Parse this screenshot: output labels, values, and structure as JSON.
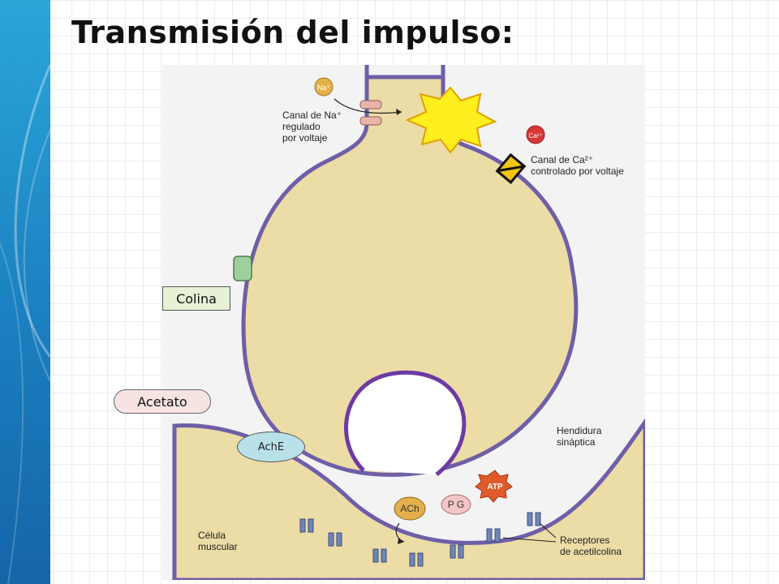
{
  "title": "Transmisión del impulso:",
  "labels": {
    "na_ion": "Na⁺",
    "na_channel_line1": "Canal de Na⁺",
    "na_channel_line2": "regulado",
    "na_channel_line3": "por voltaje",
    "ca_ion": "Ca²⁺",
    "ca_channel_line1": "Canal de Ca²⁺",
    "ca_channel_line2": "controlado por voltaje",
    "cleft_line1": "Hendidura",
    "cleft_line2": "sináptica",
    "muscle_line1": "Célula",
    "muscle_line2": "muscular",
    "receptors_line1": "Receptores",
    "receptors_line2": "de acetilcolina",
    "ach": "ACh",
    "pg": "P G",
    "atp": "ATP"
  },
  "overlays": {
    "colina": "Colina",
    "acetato": "Acetato",
    "ache": "AchE"
  },
  "colors": {
    "accent_blue": "#1b7fc0",
    "membrane": "#6f5ea8",
    "cytoplasm": "#ecdca6",
    "vesicle": "#6d3aa3"
  }
}
